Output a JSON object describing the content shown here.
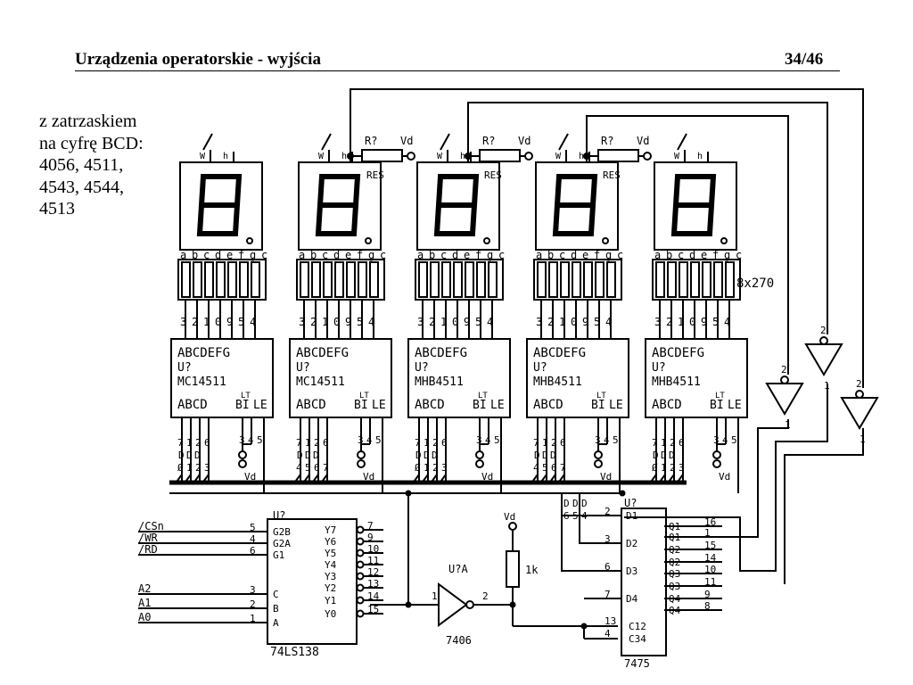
{
  "header": {
    "title": "Urządzenia operatorskie - wyjścia",
    "page": "34/46"
  },
  "note": [
    "z zatrzaskiem",
    "na cyfrę BCD:",
    "4056, 4511,",
    "4543, 4544,",
    "4513"
  ],
  "digits": [
    {
      "chip_ref": "U?",
      "chip_part": "MC14511",
      "data_pins": [
        "Ø",
        "1",
        "2",
        "3"
      ]
    },
    {
      "chip_ref": "U?",
      "chip_part": "MC14511",
      "data_pins": [
        "4",
        "5",
        "6",
        "7"
      ]
    },
    {
      "chip_ref": "U?",
      "chip_part": "MHB4511",
      "data_pins": [
        "Ø",
        "1",
        "2",
        "3"
      ]
    },
    {
      "chip_ref": "U?",
      "chip_part": "MHB4511",
      "data_pins": [
        "4",
        "5",
        "6",
        "7"
      ]
    },
    {
      "chip_ref": "U?",
      "chip_part": "MHB4511",
      "data_pins": [
        "Ø",
        "1",
        "2",
        "3"
      ]
    }
  ],
  "driver_outputs": "ABCDEFG",
  "driver_inputs": "ABCD",
  "driver_lt": "LT",
  "driver_bi": "BI",
  "driver_le": "LE",
  "seg_letters": "abcdefg",
  "pin_numbers": "3210954",
  "bottom_pins": [
    "7",
    "1",
    "2",
    "6"
  ],
  "ctrl_pins": [
    "3",
    "4",
    "5"
  ],
  "vd": "Vd",
  "resistor_ref": "R?",
  "res_label": "RES",
  "res_pack": "8x270",
  "inv_ref": "U?A",
  "inv_part": "7406",
  "pullup": "1k",
  "inv_pins": [
    "1",
    "2"
  ],
  "decoder": {
    "ref": "U?",
    "part": "74LS138",
    "signals": [
      "CSn",
      "WR",
      "RD",
      "A2",
      "A1",
      "A0"
    ],
    "input_names": [
      "G2B",
      "G2A",
      "G1",
      "C",
      "B",
      "A"
    ],
    "input_pins": [
      "5",
      "4",
      "6",
      "3",
      "2",
      "1"
    ],
    "output_names": [
      "Y7",
      "Y6",
      "Y5",
      "Y4",
      "Y3",
      "Y2",
      "Y1",
      "Y0"
    ],
    "output_pins": [
      "7",
      "9",
      "10",
      "11",
      "12",
      "13",
      "14",
      "15"
    ]
  },
  "latch": {
    "ref": "U?",
    "part": "7475",
    "d_names": [
      "D1",
      "D2",
      "D3",
      "D4"
    ],
    "d_pins": [
      "2",
      "3",
      "6",
      "7"
    ],
    "clk_names": [
      "C12",
      "C34"
    ],
    "clk_pins": [
      "13",
      "4"
    ],
    "q_names": [
      "Q1",
      "Q1",
      "Q2",
      "Q2",
      "Q3",
      "Q3",
      "Q4",
      "Q4"
    ],
    "q_pins": [
      "16",
      "1",
      "15",
      "14",
      "10",
      "11",
      "9",
      "8"
    ],
    "bus_taps": [
      "D",
      "D",
      "D",
      "6",
      "5",
      "4"
    ]
  },
  "inverters": [
    {
      "in": "1",
      "out": "2"
    },
    {
      "in": "1",
      "out": "2"
    },
    {
      "in": "1",
      "out": "2"
    }
  ]
}
